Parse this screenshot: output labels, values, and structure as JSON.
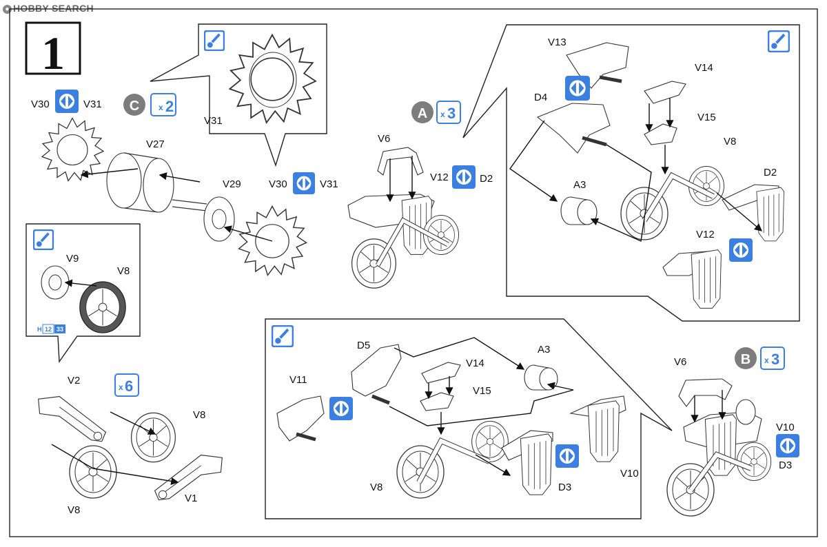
{
  "watermark": {
    "text": "HOBBY SEARCH"
  },
  "step": {
    "number": "1"
  },
  "callout_icon": "paint-brush-icon",
  "labels": {
    "v30": "V30",
    "v31": "V31",
    "v27": "V27",
    "v29": "V29",
    "v9": "V9",
    "v8": "V8",
    "v2": "V2",
    "v1": "V1",
    "v6": "V6",
    "v12": "V12",
    "d2": "D2",
    "v13": "V13",
    "v14": "V14",
    "d4": "D4",
    "v15": "V15",
    "a3": "A3",
    "d5": "D5",
    "v11": "V11",
    "d3": "D3",
    "v10": "V10"
  },
  "subassemblies": {
    "c": {
      "letter": "C",
      "qty": "2"
    },
    "a": {
      "letter": "A",
      "qty": "3"
    },
    "b": {
      "letter": "B",
      "qty": "3"
    }
  },
  "qty_marks": {
    "x": "x",
    "six": "6"
  },
  "paint_codes": {
    "h": "H",
    "c1": "12",
    "c2": "33"
  },
  "colors": {
    "accent_blue": "#3b7fe0",
    "sub_gray": "#7d7d7d"
  }
}
